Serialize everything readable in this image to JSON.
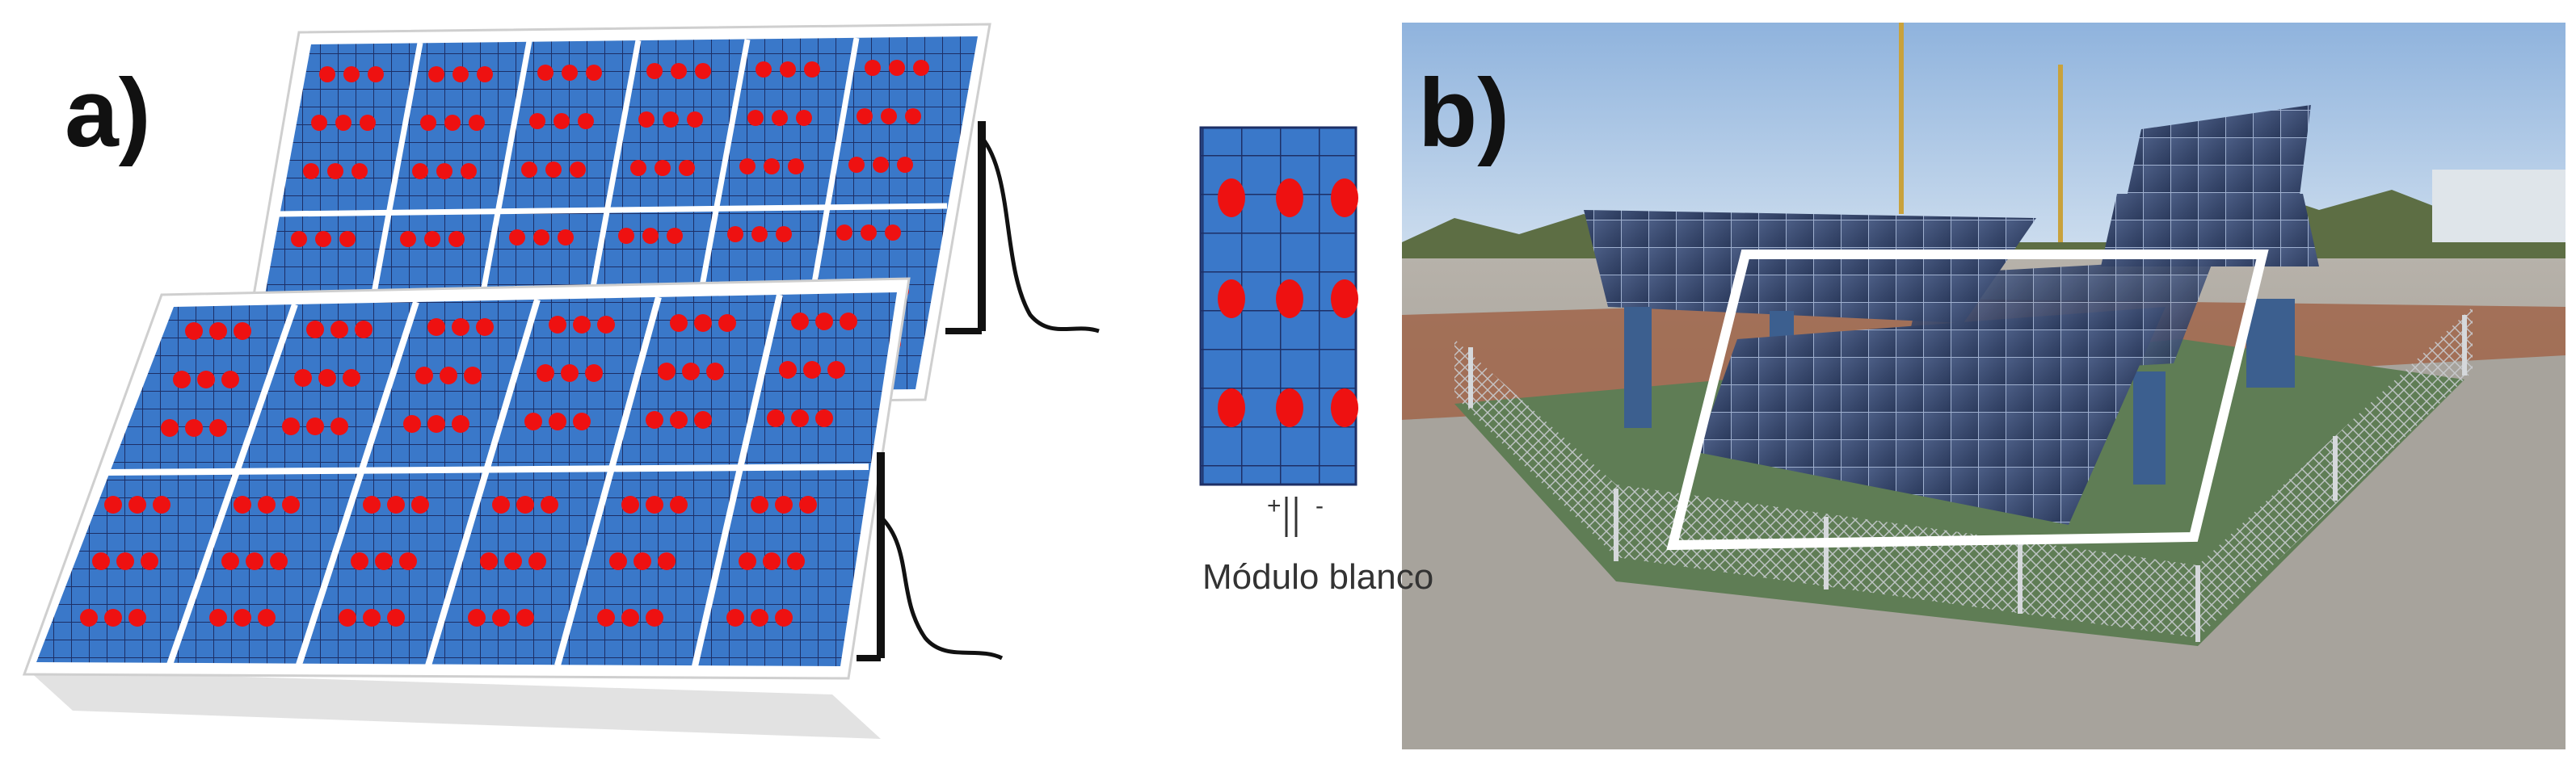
{
  "panels": {
    "a": {
      "label": "a)"
    },
    "b": {
      "label": "b)"
    }
  },
  "module": {
    "caption": "Módulo blanco",
    "polarity_plus": "+",
    "polarity_minus": "-"
  },
  "colors": {
    "module_blue": "#3a78c9",
    "grid_line": "#1d2f66",
    "hotspot_red": "#ee1111",
    "frame_white": "#ffffff",
    "stand_black": "#111111",
    "highlight_box": "#ffffff"
  }
}
